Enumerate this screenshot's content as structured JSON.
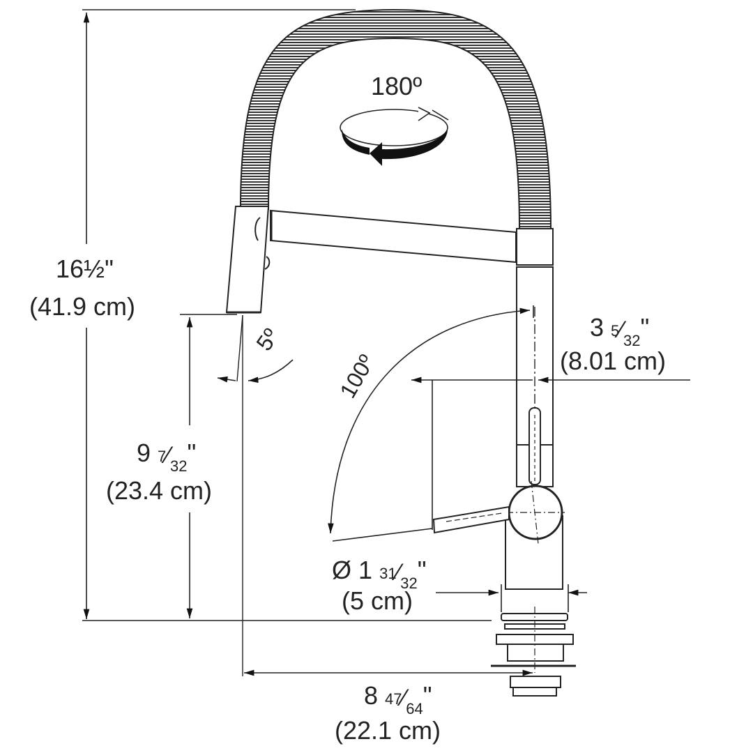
{
  "diagram": {
    "type": "technical-dimension-drawing",
    "subject": "pull-down kitchen faucet with coil spring spout",
    "line_color": "#222222",
    "background": "#ffffff"
  },
  "dimensions": {
    "overall_height": {
      "whole": "16",
      "fraction_glyph": "½",
      "unit": "\"",
      "metric": "(41.9 cm)"
    },
    "spout_height": {
      "whole": "9",
      "num": "7",
      "den": "32",
      "unit": "\"",
      "metric": "(23.4 cm)"
    },
    "handle_clearance": {
      "whole": "3",
      "num": "5",
      "den": "32",
      "unit": "\"",
      "metric": "(8.01 cm)"
    },
    "base_diameter": {
      "prefix": "Ø",
      "whole": "1",
      "num": "31",
      "den": "32",
      "unit": "\"",
      "metric": "(5 cm)"
    },
    "spout_reach": {
      "whole": "8",
      "num": "47",
      "den": "64",
      "unit": "\"",
      "metric": "(22.1 cm)"
    }
  },
  "angles": {
    "swivel": "180º",
    "handle_rotation": "100º",
    "spray_tilt": "5º"
  },
  "icons": {
    "rotation": "rotation-arrow-icon"
  }
}
